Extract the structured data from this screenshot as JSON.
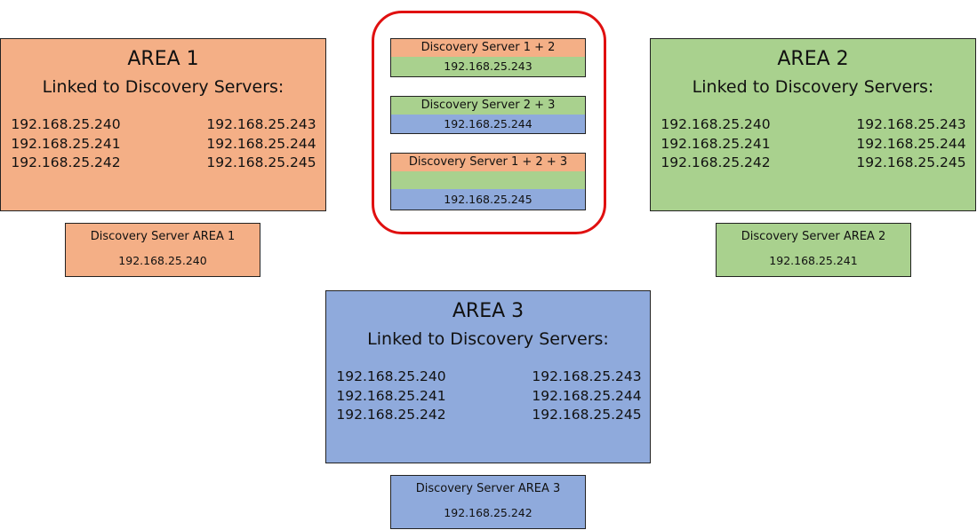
{
  "colors": {
    "area1": "#f4af86",
    "area2": "#a9d18e",
    "area3": "#8faadc",
    "highlight_ring": "#e01010"
  },
  "areas": [
    {
      "title": "AREA 1",
      "subtitle": "Linked to Discovery Servers:",
      "left_ips": [
        "192.168.25.240",
        "192.168.25.241",
        "192.168.25.242"
      ],
      "right_ips": [
        "192.168.25.243",
        "192.168.25.244",
        "192.168.25.245"
      ],
      "server": {
        "label": "Discovery Server AREA 1",
        "ip": "192.168.25.240"
      }
    },
    {
      "title": "AREA 2",
      "subtitle": "Linked to Discovery Servers:",
      "left_ips": [
        "192.168.25.240",
        "192.168.25.241",
        "192.168.25.242"
      ],
      "right_ips": [
        "192.168.25.243",
        "192.168.25.244",
        "192.168.25.245"
      ],
      "server": {
        "label": "Discovery Server AREA 2",
        "ip": "192.168.25.241"
      }
    },
    {
      "title": "AREA 3",
      "subtitle": "Linked to Discovery Servers:",
      "left_ips": [
        "192.168.25.240",
        "192.168.25.241",
        "192.168.25.242"
      ],
      "right_ips": [
        "192.168.25.243",
        "192.168.25.244",
        "192.168.25.245"
      ],
      "server": {
        "label": "Discovery Server AREA 3",
        "ip": "192.168.25.242"
      }
    }
  ],
  "shared_servers": [
    {
      "label": "Discovery Server 1 + 2",
      "ip": "192.168.25.243"
    },
    {
      "label": "Discovery Server 2 + 3",
      "ip": "192.168.25.244"
    },
    {
      "label": "Discovery Server 1 + 2 + 3",
      "ip": "192.168.25.245"
    }
  ]
}
